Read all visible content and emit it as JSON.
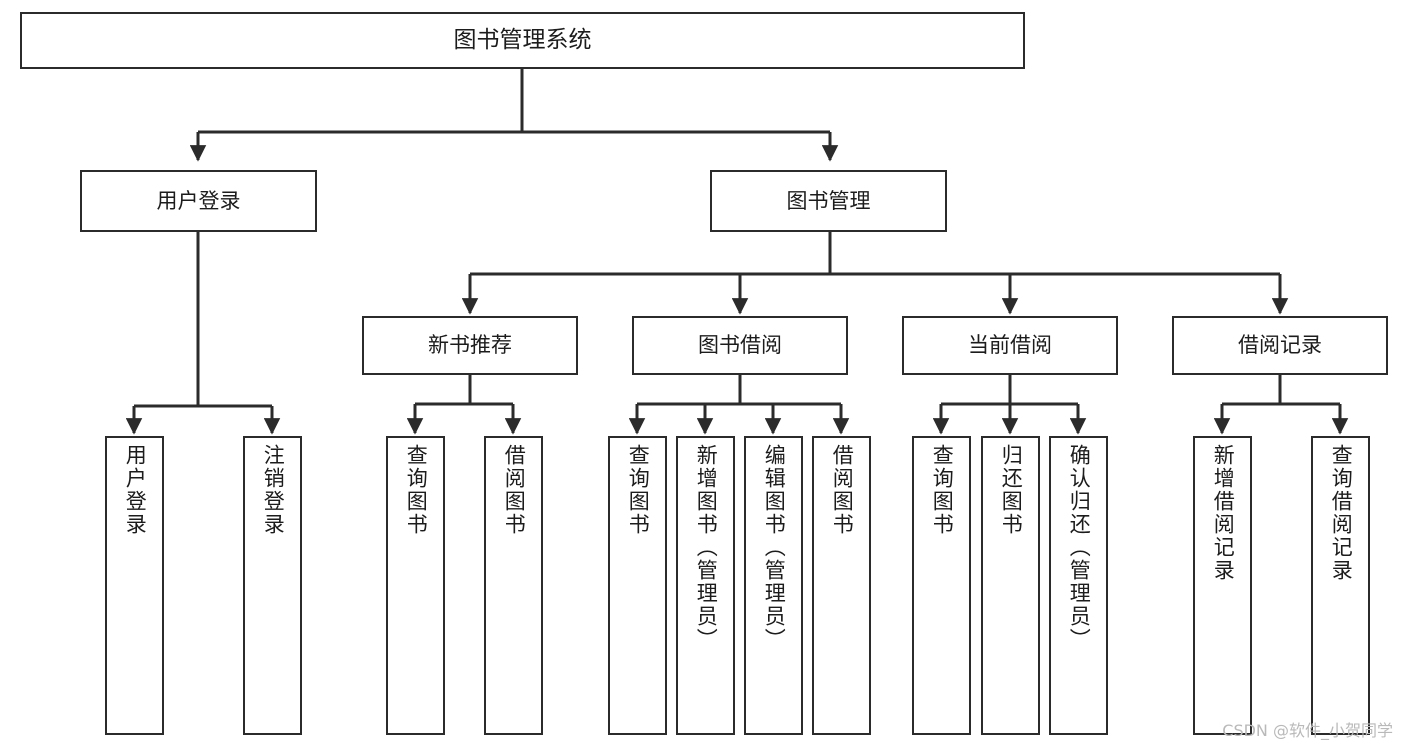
{
  "diagram": {
    "type": "tree-hierarchy",
    "title": "图书管理系统",
    "orientation": "top-down",
    "colors": {
      "background": "#ffffff",
      "box_border": "#2b2b2b",
      "box_fill": "#ffffff",
      "text": "#1c1c1c",
      "edge": "#2b2b2b",
      "watermark": "#b9b9b9"
    },
    "watermark": "CSDN @软件_小贺同学"
  },
  "nodes": {
    "root": {
      "label": "图书管理系统"
    },
    "level2": [
      {
        "label": "用户登录"
      },
      {
        "label": "图书管理"
      }
    ],
    "level3": [
      {
        "label": "新书推荐"
      },
      {
        "label": "图书借阅"
      },
      {
        "label": "当前借阅"
      },
      {
        "label": "借阅记录"
      }
    ],
    "leaves": {
      "user_login": [
        {
          "label": "用户登录"
        },
        {
          "label": "注销登录"
        }
      ],
      "new_book_recommend": [
        {
          "label": "查询图书"
        },
        {
          "label": "借阅图书"
        }
      ],
      "book_borrow": [
        {
          "label": "查询图书"
        },
        {
          "label": "新增图书（管理员）"
        },
        {
          "label": "编辑图书（管理员）"
        },
        {
          "label": "借阅图书"
        }
      ],
      "current_borrow": [
        {
          "label": "查询图书"
        },
        {
          "label": "归还图书"
        },
        {
          "label": "确认归还（管理员）"
        }
      ],
      "borrow_record": [
        {
          "label": "新增借阅记录"
        },
        {
          "label": "查询借阅记录"
        }
      ]
    }
  }
}
